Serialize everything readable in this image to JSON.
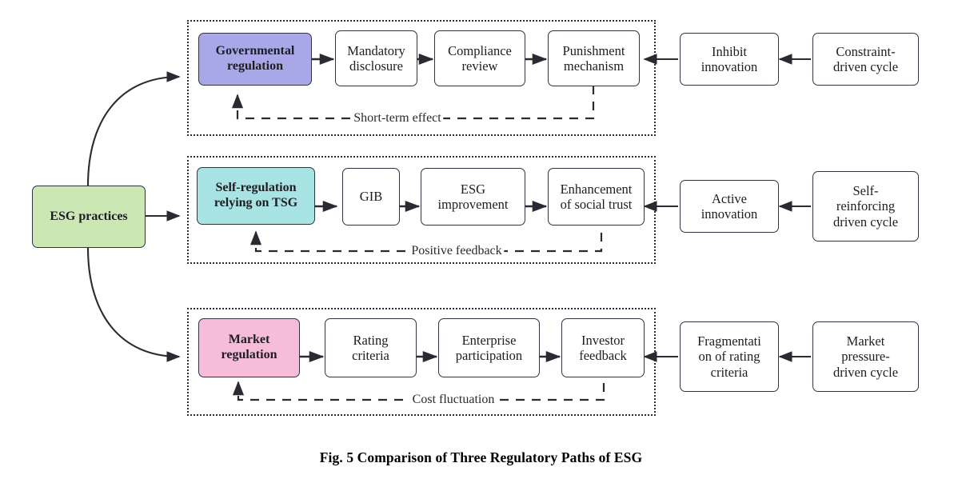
{
  "figure": {
    "caption": "Fig. 5 Comparison of Three Regulatory Paths of ESG",
    "source_node": {
      "label": "ESG practices",
      "fill": "#cbe8b4"
    }
  },
  "colors": {
    "governmental": "#a8a8e8",
    "self_regulation": "#a9e4e4",
    "market": "#f7bcd9",
    "esg_practices": "#cbe8b4",
    "stroke": "#2f3440",
    "dotted_border": "#2b2b33",
    "box_fill": "#ffffff",
    "background": "#ffffff"
  },
  "rows": [
    {
      "id": "governmental",
      "anchor": {
        "label": "Governmental\nregulation",
        "fill": "#a8a8e8",
        "bold": true
      },
      "chain": [
        {
          "label": "Mandatory\ndisclosure"
        },
        {
          "label": "Compliance\nreview"
        },
        {
          "label": "Punishment\nmechanism"
        }
      ],
      "feedback_label": "Short-term effect",
      "external": [
        {
          "label": "Inhibit\ninnovation"
        },
        {
          "label": "Constraint-\ndriven cycle"
        }
      ]
    },
    {
      "id": "self-regulation",
      "anchor": {
        "label": "Self-regulation\nrelying on TSG",
        "fill": "#a9e4e4",
        "bold": true
      },
      "chain": [
        {
          "label": "GIB"
        },
        {
          "label": "ESG\nimprovement"
        },
        {
          "label": "Enhancement\nof social trust"
        }
      ],
      "feedback_label": "Positive feedback",
      "external": [
        {
          "label": "Active\ninnovation"
        },
        {
          "label": "Self-\nreinforcing\ndriven cycle"
        }
      ]
    },
    {
      "id": "market",
      "anchor": {
        "label": "Market\nregulation",
        "fill": "#f7bcd9",
        "bold": true
      },
      "chain": [
        {
          "label": "Rating\ncriteria"
        },
        {
          "label": "Enterprise\nparticipation"
        },
        {
          "label": "Investor\nfeedback"
        }
      ],
      "feedback_label": "Cost fluctuation",
      "external": [
        {
          "label": "Fragmentati\non of rating\ncriteria"
        },
        {
          "label": "Market\npressure-\ndriven cycle"
        }
      ]
    }
  ]
}
